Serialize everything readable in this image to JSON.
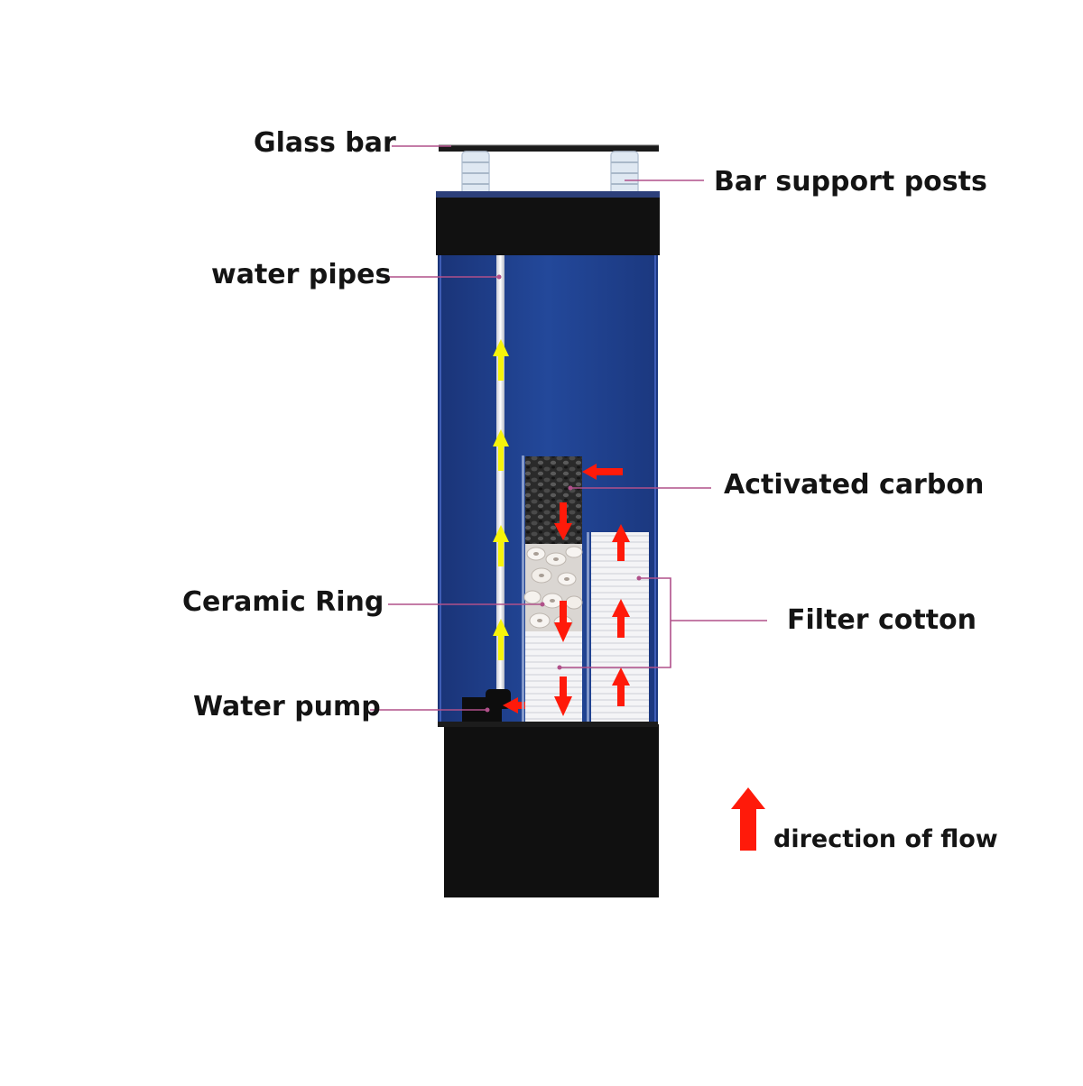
{
  "labels": {
    "glass_bar": "Glass bar",
    "bar_support_posts": "Bar support posts",
    "water_pipes": "water pipes",
    "activated_carbon": "Activated carbon",
    "ceramic_ring": "Ceramic Ring",
    "filter_cotton": "Filter cotton",
    "water_pump": "Water pump"
  },
  "legend": {
    "text": "direction of flow"
  },
  "colors": {
    "water": "#1f3f8e",
    "cabinet": "#101010",
    "leader_line": "#b0508a",
    "flow_arrow_red": "#ff1a0a",
    "flow_arrow_yellow": "#f7f40a",
    "label_text": "#141414"
  }
}
